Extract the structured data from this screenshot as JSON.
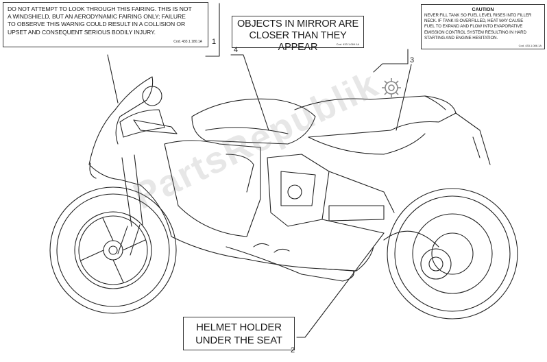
{
  "labels": {
    "fairing": {
      "text": "DO NOT ATTEMPT TO LOOK THROUGH THIS FAIRING. THIS IS NOT\nA WINDSHIELD, BUT AN AERODYNAMIC FAIRING ONLY; FAILURE\nTO OBSERVE THIS WARNIG COULD RESULT IN A COLLISION OR\nUPSET AND CONSEQUENT SERIOUS BODILY INJURY.",
      "code": "Cod. 433.1.180.1A"
    },
    "mirror": {
      "text": "OBJECTS IN MIRROR ARE\nCLOSER THAN THEY APPEAR",
      "code": "Cod. 433.1.069.1A"
    },
    "caution": {
      "title": "CAUTION",
      "text": "NEVER FILL TANK SO FUEL LEVEL RISES INTO FILLER\nNECK. IF TANK IS OVERFILLED, HEAT MAY CAUSE\nFUEL TO EXPAND AND FLOW INTO EVAPORATIVE\nEMISSION CONTROL SYSTEM RESULTING IN HARD\nSTARTING AND ENGINE HESITATION.",
      "code": "Cod. 433.1.086.1A"
    },
    "helmet": {
      "text": "HELMET HOLDER\nUNDER THE SEAT"
    }
  },
  "callouts": [
    "1",
    "2",
    "3",
    "4"
  ],
  "watermark": "PartsRepublik",
  "icons": [
    "gear-icon"
  ],
  "colors": {
    "line": "#1a1a1a",
    "watermark": "#8c8c8c"
  }
}
